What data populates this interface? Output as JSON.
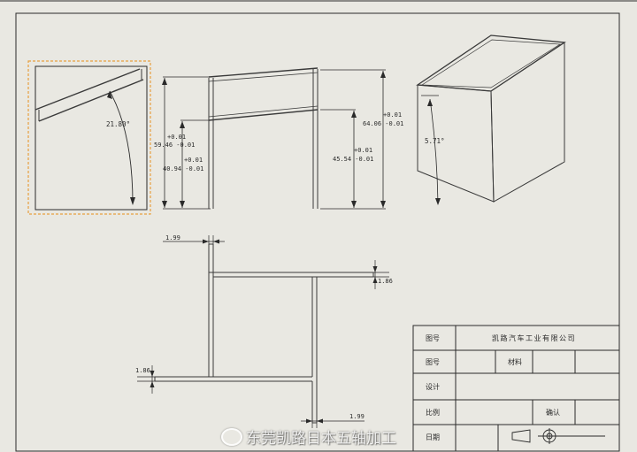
{
  "colors": {
    "paper": "#e9e8e2",
    "line": "#2a2a2a",
    "edge": "#3a3a3a",
    "highlight": "#e8a040"
  },
  "views": {
    "detail": {
      "angle": "21.80°"
    },
    "front": {
      "dim_total_tol_plus": "+0.01",
      "dim_total": "59.46 -0.01",
      "dim_left_tol_plus": "+0.01",
      "dim_left": "40.94 -0.01",
      "dim_right_tol_plus": "+0.01",
      "dim_right": "45.54 -0.01",
      "dim_top_tol_plus": "+0.01",
      "dim_top": "64.06 -0.01"
    },
    "iso": {
      "angle": "5.71°"
    },
    "flat": {
      "dim_top_left": "1.99",
      "dim_right_upper": "1.86",
      "dim_left_lower": "1.86",
      "dim_bottom_right": "1.99"
    }
  },
  "title_block": {
    "row1_label": "图号",
    "company": "凯路汽车工业有限公司",
    "row2_label": "图号",
    "material_label": "材料",
    "row3_label": "设计",
    "row4_label": "比例",
    "confirm_label": "确认",
    "row5_label": "日期"
  },
  "watermark": {
    "text": "东莞凯路日本五轴加工"
  }
}
